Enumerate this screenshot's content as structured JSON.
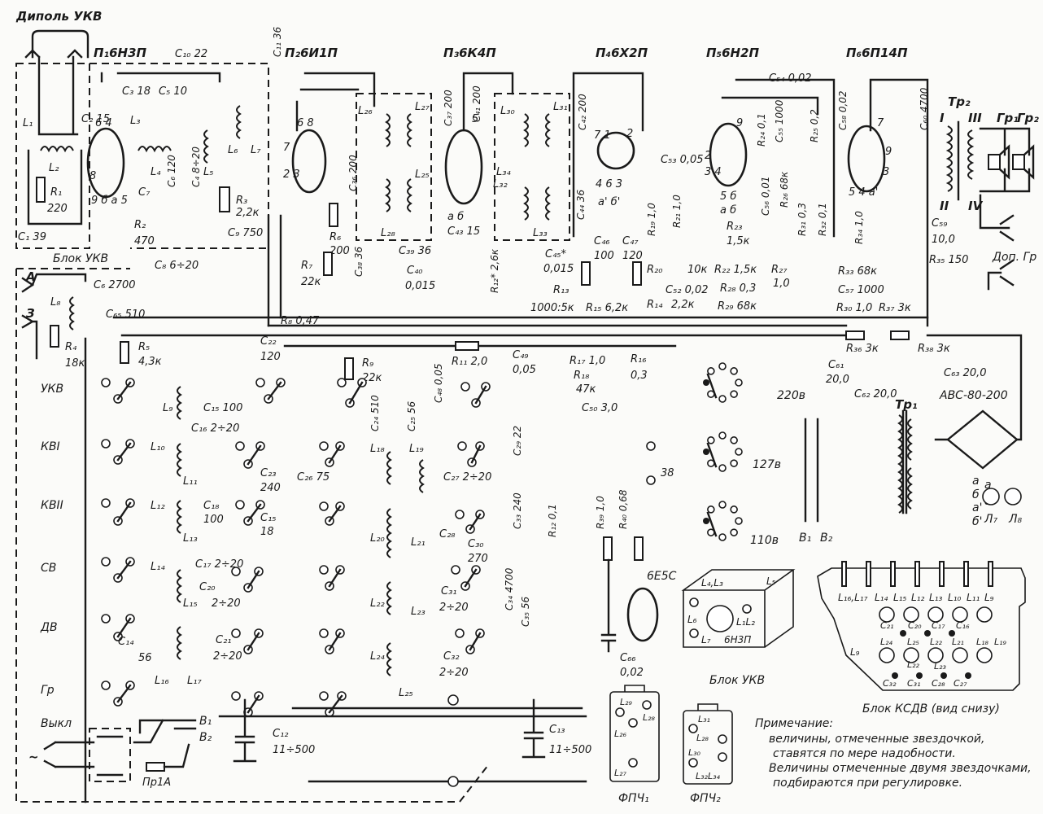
{
  "title": "Схема радиоприёмника (ламповый, с УКВ блоком)",
  "tubes": [
    {
      "ref": "П1",
      "type": "6Н3П",
      "label": "П₁6Н3П"
    },
    {
      "ref": "П2",
      "type": "6И1П",
      "label": "П₂6И1П"
    },
    {
      "ref": "П3",
      "type": "6К4П",
      "label": "П₃6К4П"
    },
    {
      "ref": "П4",
      "type": "6Х2П",
      "label": "П₄6Х2П"
    },
    {
      "ref": "П5",
      "type": "6Н2П",
      "label": "П₅6Н2П"
    },
    {
      "ref": "П6",
      "type": "6П14П",
      "label": "П₆6П14П"
    },
    {
      "ref": "EM",
      "type": "6Е5С",
      "label": "6Е5С"
    }
  ],
  "antenna": {
    "dipole": "Диполь УКВ",
    "a_input": "А",
    "z_input": "З"
  },
  "blocks": {
    "ukv": "Блок УКВ",
    "ksdv": "Блок КСДВ (вид снизу)",
    "ukv_drawing": "Блок УКВ",
    "ukv_drawing_tube": "6Н3П",
    "fpch1": "ФПЧ₁",
    "fpch2": "ФПЧ₂"
  },
  "bands": [
    "УКВ",
    "КВI",
    "КВII",
    "СВ",
    "ДВ",
    "Гр",
    "Выкл"
  ],
  "components": {
    "C1": "C₁ 39",
    "C2": "C₂ 15",
    "C3": "C₃ 18",
    "C4": "C₄ 8÷20",
    "C5": "C₅ 10",
    "C6": "C₆ 120",
    "C7": "C₇",
    "C8": "C₈ 6÷20",
    "C9": "C₉ 750",
    "C10": "C₁₀ 22",
    "C11": "C₁₁ 36",
    "C12": "C₁₂",
    "C12v": "11÷500",
    "C13": "C₁₃",
    "C13v": "11÷500",
    "C14": "C₁₄",
    "C14v": "56",
    "C15a": "C₁₅ 100",
    "C15b": "C₁₅",
    "C15bv": "18",
    "C16": "C₁₆ 2÷20",
    "C17": "C₁₇ 2÷20",
    "C18": "C₁₈",
    "C18v": "100",
    "C20": "C₂₀",
    "C20v": "2÷20",
    "C21": "C₂₁",
    "C21v": "2÷20",
    "C22": "C₂₂",
    "C22v": "120",
    "C23": "C₂₃",
    "C23v": "240",
    "C24": "C₂₄ 510",
    "C25": "C₂₅ 56",
    "C26": "C₂₆ 75",
    "C27": "C₂₇ 2÷20",
    "C28": "C₂₈",
    "C29": "C₂₉ 22",
    "C30": "C₃₀",
    "C30v": "270",
    "C31": "C₃₁",
    "C31v": "2÷20",
    "C32": "C₃₂",
    "C32v": "2÷20",
    "C33": "C₃₃ 240",
    "C34": "C₃₄ 4700",
    "C35": "C₃₅ 56",
    "C36": "C₃₆ 200",
    "C37": "C₃₇ 200",
    "C38": "C₃₈ 36",
    "C39": "C₃₉ 36",
    "C40": "C₄₀",
    "C40v": "0,015",
    "C41": "C₄₁ 200",
    "C42": "C₄₂ 200",
    "C43": "C₄₃ 15",
    "C44": "C₄₄ 36",
    "C45": "C₄₅*",
    "C45v": "0,015",
    "C46": "C₄₆",
    "C46v": "100",
    "C47": "C₄₇",
    "C47v": "120",
    "C48": "C₄₈ 0,05",
    "C49": "C₄₉",
    "C49v": "0,05",
    "C50": "C₅₀ 3,0",
    "C52": "C₅₂ 0,02",
    "C53": "C₅₃ 0,05",
    "C54": "C₅₄ 0,02",
    "C55": "C₅₅ 1000",
    "C56": "C₅₆ 0,01",
    "C57": "C₅₇ 1000",
    "C58": "C₅₈ 0,02",
    "C59": "C₅₉",
    "C59v": "10,0",
    "C60": "C₆₀ 4700",
    "C61": "C₆₁",
    "C61v": "20,0",
    "C62": "C₆₂ 20,0",
    "C63": "C₆₃ 20,0",
    "C64": "C₆ 2700",
    "C65": "C₆₅ 510",
    "C66": "C₆₆",
    "C66v": "0,02",
    "R1": "R₁",
    "R1v": "220",
    "R2": "R₂",
    "R2v": "470",
    "R3": "R₃",
    "R3v": "2,2к",
    "R4": "R₄",
    "R4v": "18к",
    "R5": "R₅",
    "R5v": "4,3к",
    "R6": "R₆",
    "R6v": "200",
    "R7": "R₇",
    "R7v": "22к",
    "R8": "R₈ 0,47",
    "R9": "R₉",
    "R9v": "22к",
    "R11": "R₁₁ 2,0",
    "R12a": "R₁₂* 2,6к",
    "R12b": "R₁₂ 0,1",
    "R13": "R₁₃",
    "R13v": "1000:5к",
    "R14": "R₁₄",
    "R14v": "2,2к",
    "R15": "R₁₅ 6,2к",
    "R16": "R₁₆",
    "R16v": "0,3",
    "R17": "R₁₇ 1,0",
    "R18": "R₁₈",
    "R18v": "47к",
    "R19": "R₁₉ 1,0",
    "R20": "R₂₀",
    "R20v": "10к",
    "R21": "R₂₁ 1,0",
    "R22": "R₂₂ 1,5к",
    "R23": "R₂₃",
    "R23v": "1,5к",
    "R24": "R₂₄ 0,1",
    "R25": "R₂₅ 0,2",
    "R26": "R₂₆ 68к",
    "R27": "R₂₇",
    "R27v": "1,0",
    "R28": "R₂₈ 0,3",
    "R29": "R₂₉ 68к",
    "R30": "R₃₀ 1,0",
    "R31": "R₃₁ 0,3",
    "R32": "R₃₂ 0,1",
    "R33": "R₃₃ 68к",
    "R34": "R₃₄ 1,0",
    "R35": "R₃₅ 150",
    "R36": "R₃₆ 3к",
    "R37": "R₃₇ 3к",
    "R38": "R₃₈ 3к",
    "R39": "R₃₉ 1,0",
    "R40": "R₄₀ 0,68",
    "L1": "L₁",
    "L2": "L₂",
    "L3": "L₃",
    "L4": "L₄",
    "L5": "L₅",
    "L6": "L₆",
    "L7": "L₇",
    "L8": "L₈",
    "L9": "L₉",
    "L10": "L₁₀",
    "L11": "L₁₁",
    "L12": "L₁₂",
    "L13": "L₁₃",
    "L14": "L₁₄",
    "L15": "L₁₅",
    "L16": "L₁₆",
    "L17": "L₁₇",
    "L18": "L₁₈",
    "L19": "L₁₉",
    "L20": "L₂₀",
    "L21": "L₂₁",
    "L22": "L₂₂",
    "L23": "L₂₃",
    "L24": "L₂₄",
    "L25": "L₂₅",
    "L26": "L₂₆",
    "L27": "L₂₇",
    "L28": "L₂₈",
    "L29": "L₂₉",
    "L30": "L₃₀",
    "L31": "L₃₁",
    "L32": "L₃₂",
    "L33": "L₃₃",
    "L34": "L₃₄"
  },
  "transformers": {
    "tr1": "Тр₁",
    "tr2": "Тр₂",
    "tr2_windings": [
      "I",
      "II",
      "III",
      "IV"
    ],
    "rectifier": "АВС-80-200"
  },
  "speakers": {
    "gr1": "Гр₁",
    "gr2": "Гр₂",
    "ext": "Доп. Гр"
  },
  "lamps": {
    "l7": "Л₇",
    "l8": "Л₈"
  },
  "power": {
    "mains": "~",
    "fuse": "Пр1А",
    "switches": [
      "В₁",
      "В₂"
    ],
    "voltages": [
      "220в",
      "127в",
      "110в"
    ],
    "heater_outputs": [
      "а",
      "б",
      "а'",
      "б'"
    ]
  },
  "ksdv_coils_row1": [
    "L₁₆,L₁₇",
    "L₁₄",
    "L₁₅",
    "L₁₂",
    "L₁₃",
    "L₁₀",
    "L₁₁",
    "L₉"
  ],
  "ksdv_caps_row1": [
    "C₂₁",
    "C₂₀",
    "C₁₇",
    "C₁₆"
  ],
  "ksdv_coils_row2": [
    "L₉",
    "L₂₄",
    "L₂₅",
    "L₂₂",
    "L₂₁",
    "L₁₈",
    "L₁₉"
  ],
  "ksdv_coils_row2b": [
    "L₂₂",
    "L₂₃"
  ],
  "ksdv_caps_row2": [
    "C₃₂",
    "C₃₁",
    "C₂₈",
    "C₂₇"
  ],
  "ukv_block_drawing_labels": [
    "L₄,L₃",
    "L₅",
    "L₆",
    "L₁L₂",
    "L₇"
  ],
  "fpch1_labels": [
    "L₂₉",
    "L₂₈",
    "L₂₆",
    "L₂₇"
  ],
  "fpch2_labels": [
    "L₃₁",
    "L₂₈",
    "L₃₀",
    "L₃₂L₃₄"
  ],
  "note": {
    "title": "Примечание:",
    "lines": [
      "величины, отмеченные звездочкой,",
      "ставятся по мере надобности.",
      "Величины отмеченные двумя звездочками,",
      "подбираются при регулировке."
    ]
  }
}
